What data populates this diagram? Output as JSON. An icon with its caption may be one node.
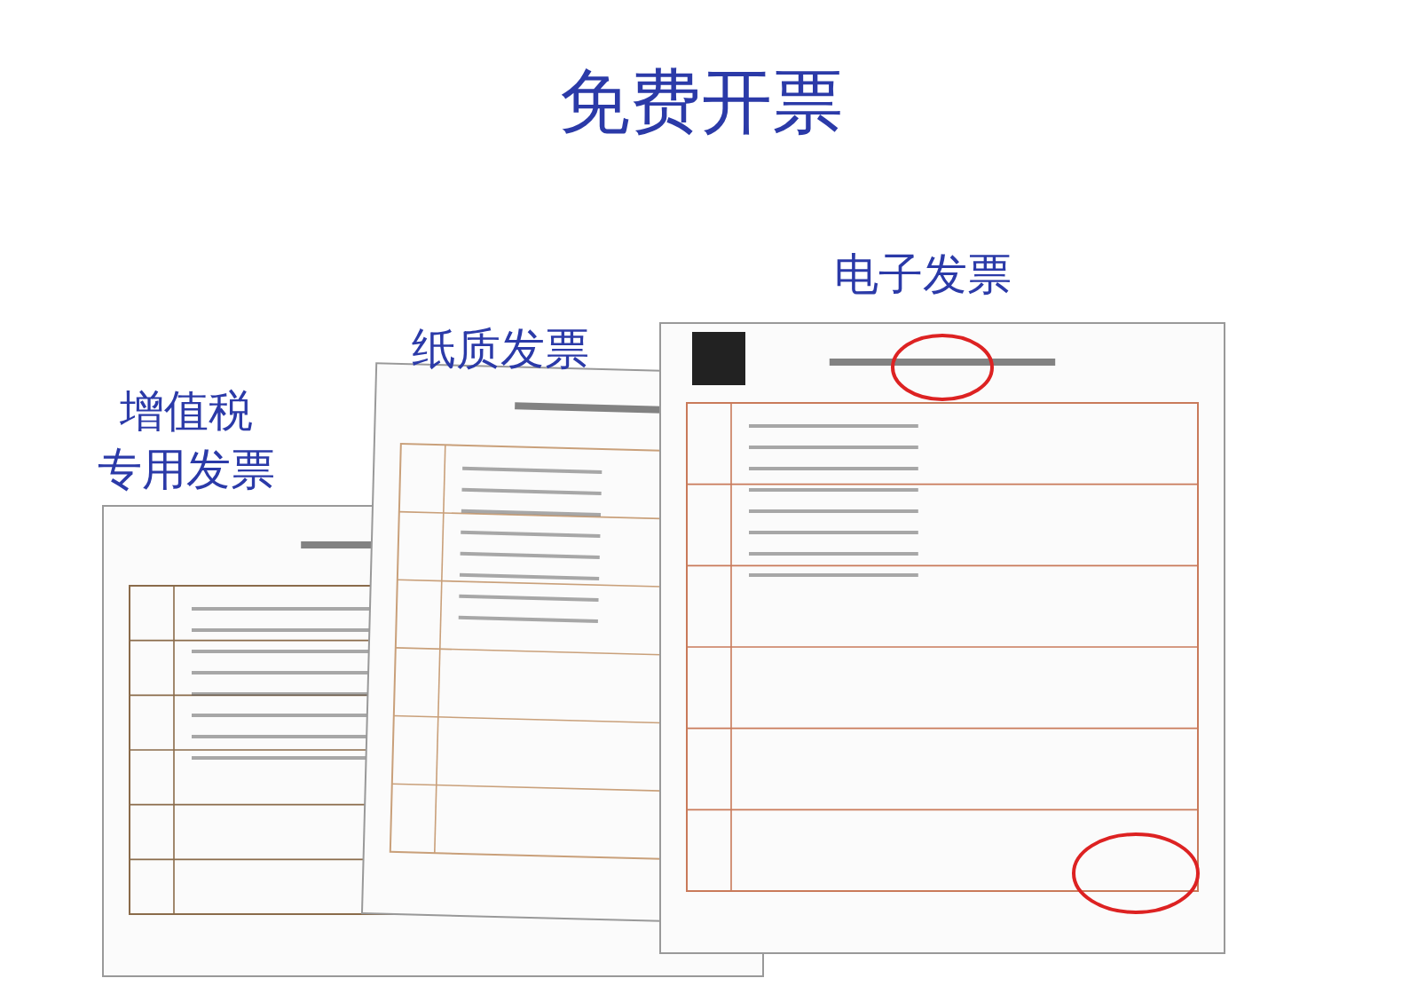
{
  "diagram": {
    "title": "免费开票",
    "labels": [
      "电子发票",
      "纸质发票",
      "增值税专用发票"
    ]
  }
}
